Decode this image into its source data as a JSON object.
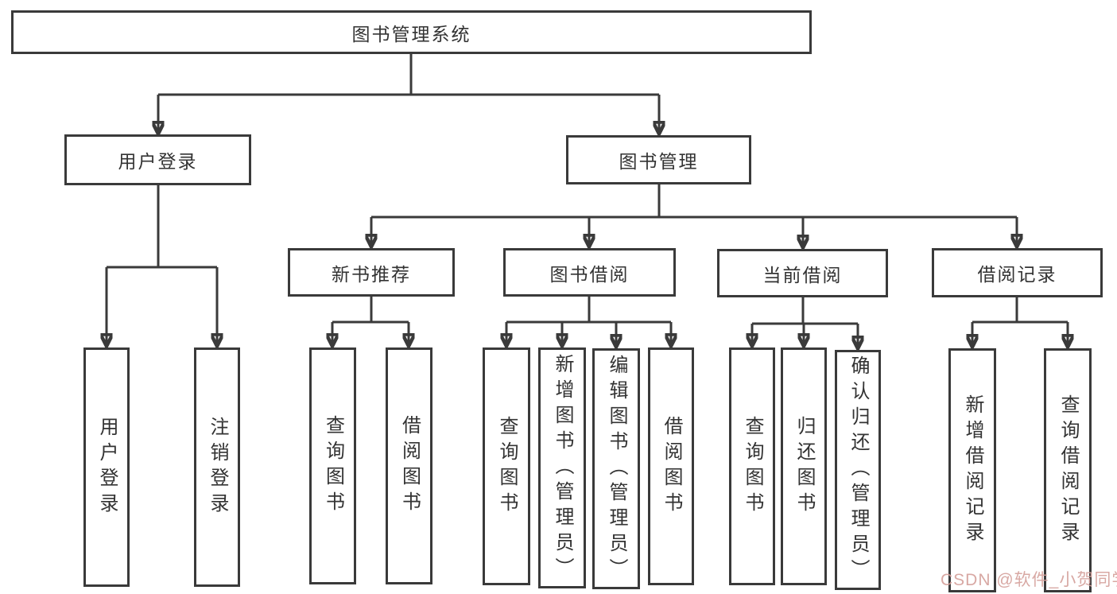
{
  "diagram": {
    "title_label": "图书管理系统",
    "level2": [
      {
        "label": "用户登录"
      },
      {
        "label": "图书管理"
      }
    ],
    "level3": [
      {
        "label": "新书推荐"
      },
      {
        "label": "图书借阅"
      },
      {
        "label": "当前借阅"
      },
      {
        "label": "借阅记录"
      }
    ],
    "leaves": {
      "login": [
        "用户登录",
        "注销登录"
      ],
      "recommend": [
        "查询图书",
        "借阅图书"
      ],
      "borrow": [
        "查询图书",
        "新增图书（管理员）",
        "编辑图书（管理员）",
        "借阅图书"
      ],
      "current": [
        "查询图书",
        "归还图书",
        "确认归还（管理员）"
      ],
      "records": [
        "新增借阅记录",
        "查询借阅记录"
      ]
    },
    "colors": {
      "line": "#3a3a3a",
      "text": "#333333",
      "background": "#ffffff",
      "watermark": "#d49f9a"
    }
  },
  "watermark": {
    "text": "CSDN @软件_小贺同学"
  }
}
